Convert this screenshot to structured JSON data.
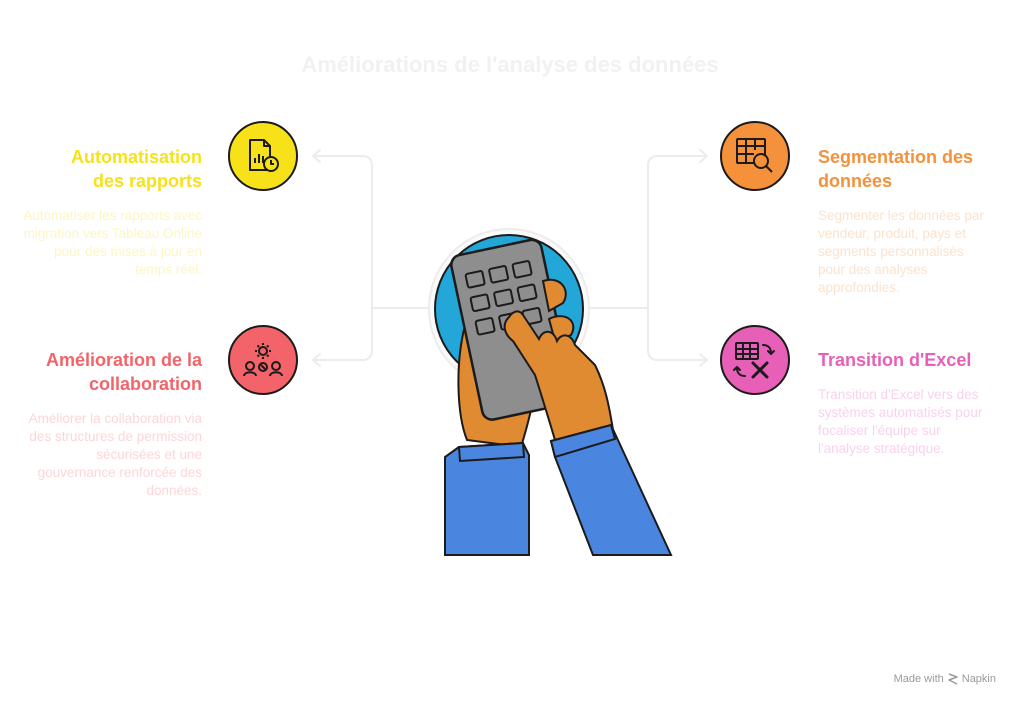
{
  "title": "Améliorations de l'analyse des données",
  "colors": {
    "automation": "#f7e21a",
    "segmentation": "#f4913a",
    "collaboration": "#f2636a",
    "transition": "#e75fb6",
    "connector": "#ececec",
    "hand": "#e08a32",
    "sleeve": "#4a86df",
    "device": "#8e8e8e",
    "backdrop": "#23a6d8"
  },
  "items": {
    "automation": {
      "heading_line1": "Automatisation",
      "heading_line2": "des rapports",
      "description": "Automatiser les rapports avec migration vers Tableau Online pour des mises à jour en temps réel.",
      "icon": "report-clock-icon"
    },
    "collaboration": {
      "heading_line1": "Amélioration de la",
      "heading_line2": "collaboration",
      "description": "Améliorer la collaboration via des structures de permission sécurisées et une gouvernance renforcée des données.",
      "icon": "team-collaboration-icon"
    },
    "segmentation": {
      "heading_line1": "Segmentation des",
      "heading_line2": "données",
      "description": "Segmenter les données par vendeur, produit, pays et segments personnalisés pour des analyses approfondies.",
      "icon": "table-search-icon"
    },
    "transition": {
      "heading_line1": "Transition d'Excel",
      "description": "Transition d'Excel vers des systèmes automatisés pour focaliser l'équipe sur l'analyse stratégique.",
      "icon": "excel-transition-icon"
    }
  },
  "footer": {
    "made_with": "Made with",
    "brand": "Napkin"
  }
}
